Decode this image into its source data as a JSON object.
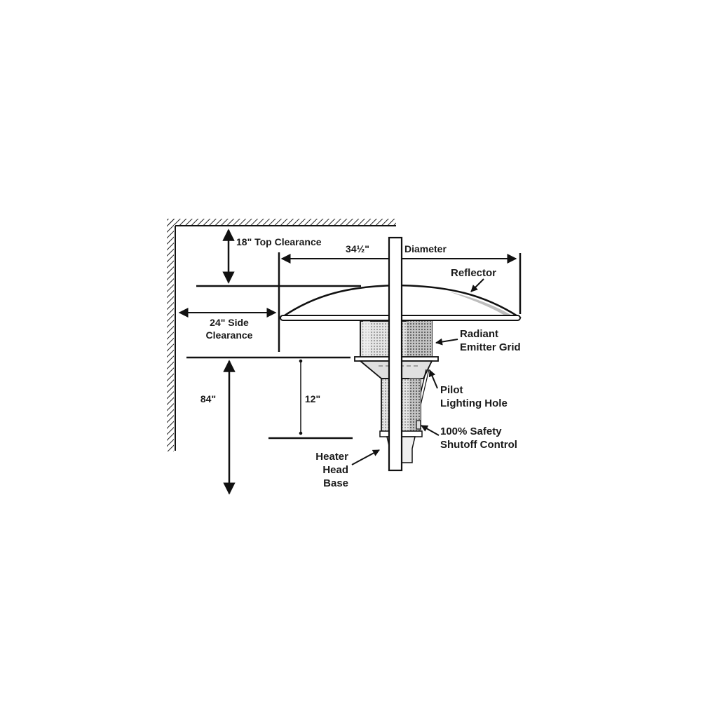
{
  "diagram": {
    "title": "Heater head clearance and component diagram",
    "colors": {
      "line": "#111111",
      "background": "#ffffff",
      "shade": "#9a9a9a",
      "light_shade": "#d6d6d6"
    },
    "dimensions": {
      "top_clearance": "18\" Top Clearance",
      "diameter_value": "34½\"",
      "diameter_label": "Diameter",
      "side_clearance_line1": "24\" Side",
      "side_clearance_line2": "Clearance",
      "height_84": "84\"",
      "height_12": "12\""
    },
    "callouts": {
      "reflector": "Reflector",
      "radiant_line1": "Radiant",
      "radiant_line2": "Emitter Grid",
      "pilot_line1": "Pilot",
      "pilot_line2": "Lighting Hole",
      "safety_line1": "100% Safety",
      "safety_line2": "Shutoff Control",
      "base_line1": "Heater",
      "base_line2": "Head",
      "base_line3": "Base"
    }
  }
}
